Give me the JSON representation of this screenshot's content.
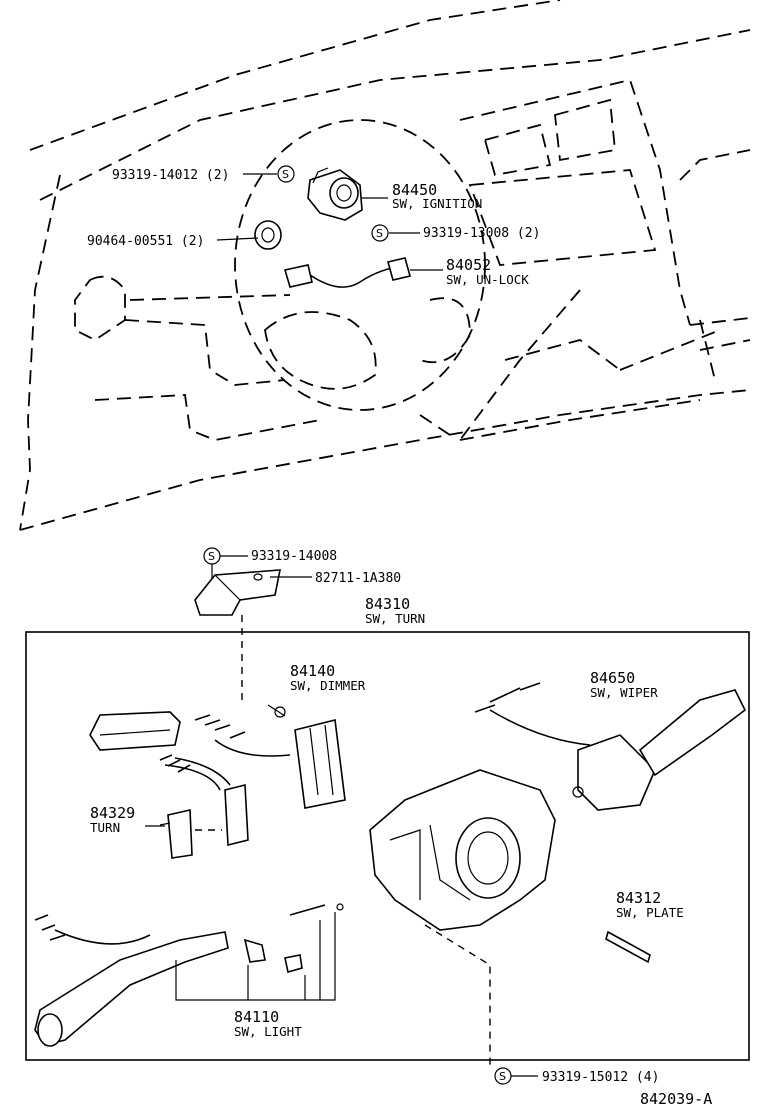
{
  "top": {
    "screw_symbol": "S",
    "bolt_1400": "93319-14012 (2)",
    "washer": "90464-00551 (2)",
    "ignition": {
      "number": "84450",
      "name": "SW, IGNITION"
    },
    "bolt_1300": "93319-13008 (2)",
    "unlock": {
      "number": "84052",
      "name": "SW, UN-LOCK"
    }
  },
  "bottom": {
    "screw_symbol": "S",
    "bolt_14008": "93319-14008",
    "bracket": "82711-1A380",
    "turn_switch": {
      "number": "84310",
      "name": "SW, TURN"
    },
    "dimmer": {
      "number": "84140",
      "name": "SW, DIMMER"
    },
    "wiper": {
      "number": "84650",
      "name": "SW, WIPER"
    },
    "turn": {
      "number": "84329",
      "name": "TURN"
    },
    "plate": {
      "number": "84312",
      "name": "SW, PLATE"
    },
    "light": {
      "number": "84110",
      "name": "SW, LIGHT"
    },
    "bolt_15012": "93319-15012 (4)"
  },
  "figure_id": "842039-A"
}
